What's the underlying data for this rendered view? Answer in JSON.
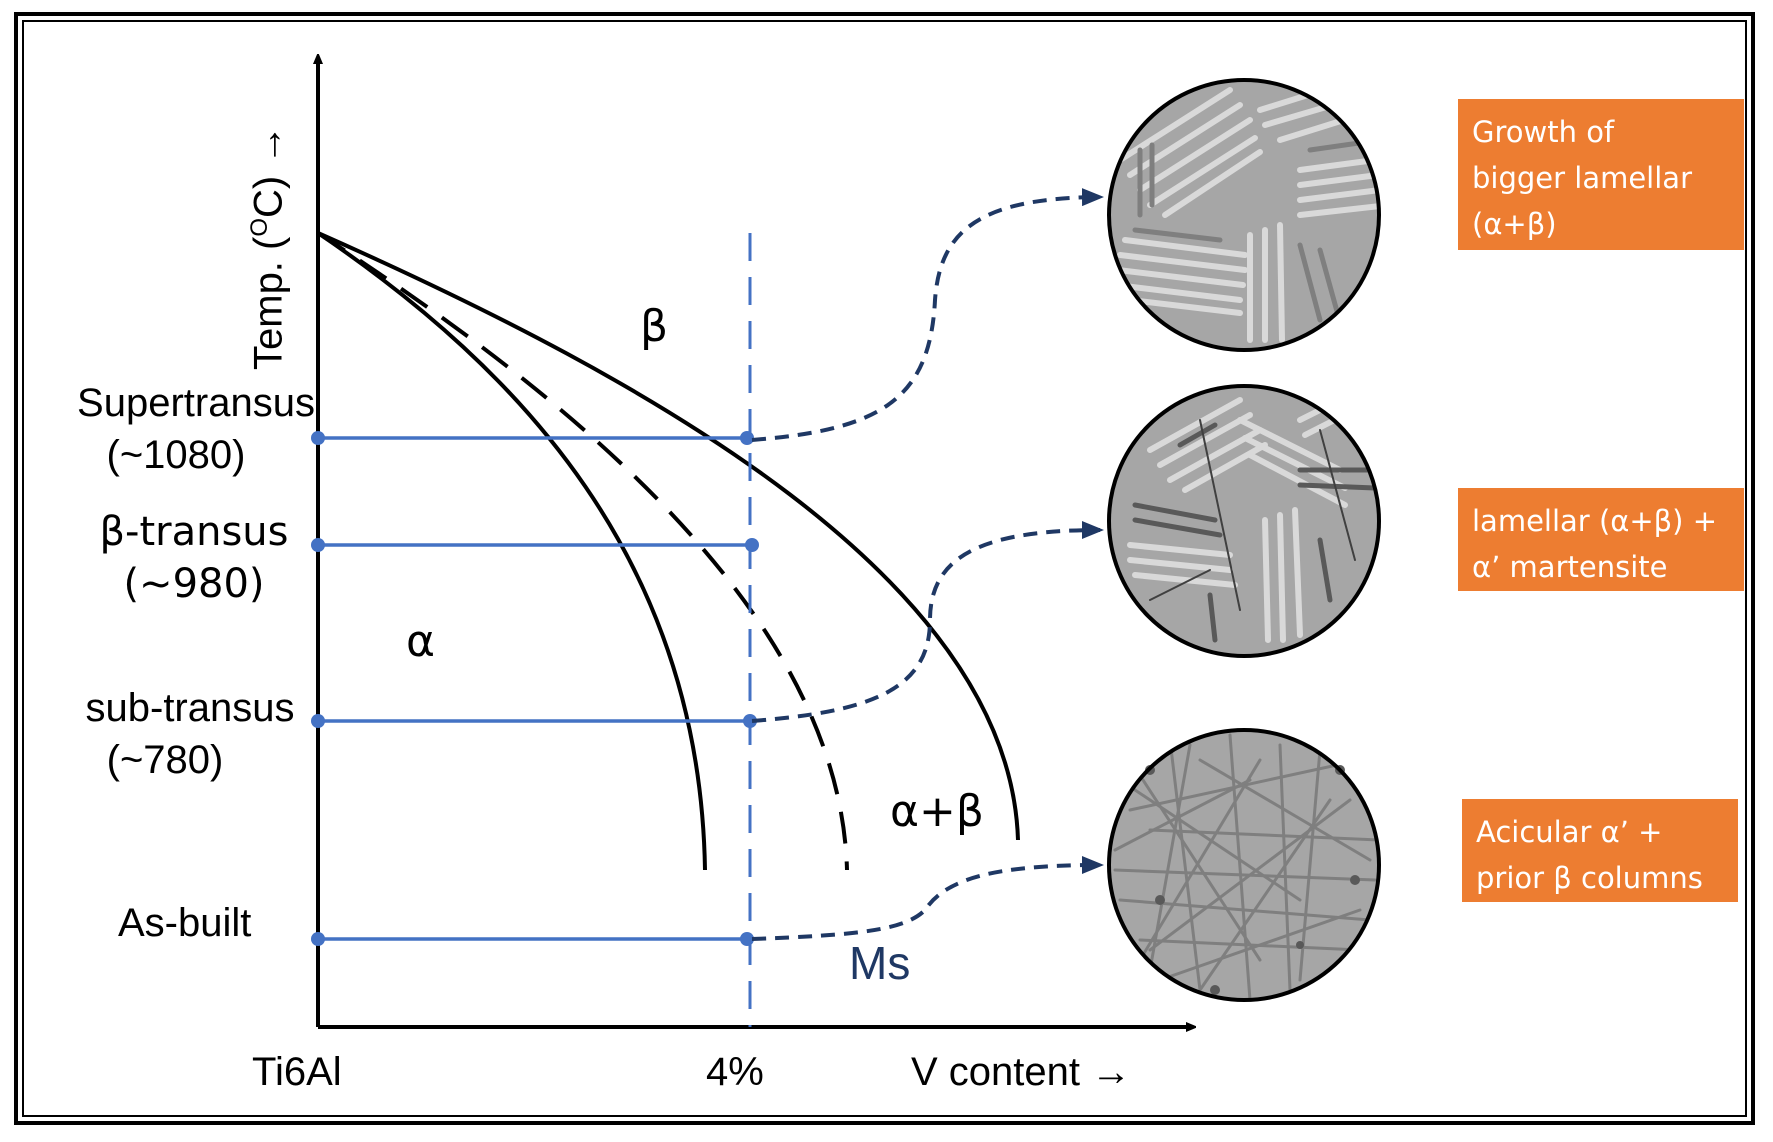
{
  "axes": {
    "y_label": "Temp. (",
    "y_label_sup": "O",
    "y_label_end": "C) →",
    "x_origin_label": "Ti6Al",
    "x_mark_label": "4%",
    "x_label": "V content →"
  },
  "levels": [
    {
      "name": "Supertransus",
      "temp": "(~1080)"
    },
    {
      "name": "β-transus",
      "temp": "(~980)"
    },
    {
      "name": "sub-transus",
      "temp": "(~780)"
    },
    {
      "name": "As-built",
      "temp": ""
    }
  ],
  "phases": {
    "beta": "β",
    "alpha": "α",
    "alpha_beta": "α+β",
    "ms": "Ms"
  },
  "microstructures": [
    {
      "line1": "Growth of",
      "line2": "bigger lamellar",
      "line3": "(α+β)"
    },
    {
      "line1": "lamellar (α+β) +",
      "line2": "α’ martensite"
    },
    {
      "line1": "Acicular α’ +",
      "line2": "prior β columns"
    }
  ],
  "colors": {
    "level_line": "#4472C4",
    "dashed_vertical": "#4472C4",
    "arrow_path": "#1F3864",
    "ms_text": "#1F3864",
    "box_fill": "#ED7D31",
    "micro_fill": "#A6A6A6"
  }
}
